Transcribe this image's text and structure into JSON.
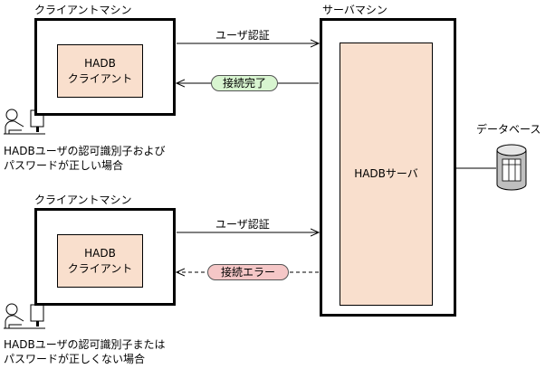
{
  "machines": [
    {
      "label": "クライアントマシン",
      "client_line1": "HADB",
      "client_line2": "クライアント",
      "auth_request": "ユーザ認証",
      "result": "接続完了",
      "user_caption_line1": "HADBユーザの認可識別子および",
      "user_caption_line2": "パスワードが正しい場合"
    },
    {
      "label": "クライアントマシン",
      "client_line1": "HADB",
      "client_line2": "クライアント",
      "auth_request": "ユーザ認証",
      "result": "接続エラー",
      "user_caption_line1": "HADBユーザの認可識別子または",
      "user_caption_line2": "パスワードが正しくない場合"
    }
  ],
  "server": {
    "label": "サーバマシン",
    "name": "HADBサーバ"
  },
  "database": {
    "label": "データベース"
  },
  "colors": {
    "box_fill": "#f9dfcd",
    "box_side": "#e8b594",
    "success_pill": "#d8f5d0",
    "error_pill": "#f5c7c7"
  }
}
